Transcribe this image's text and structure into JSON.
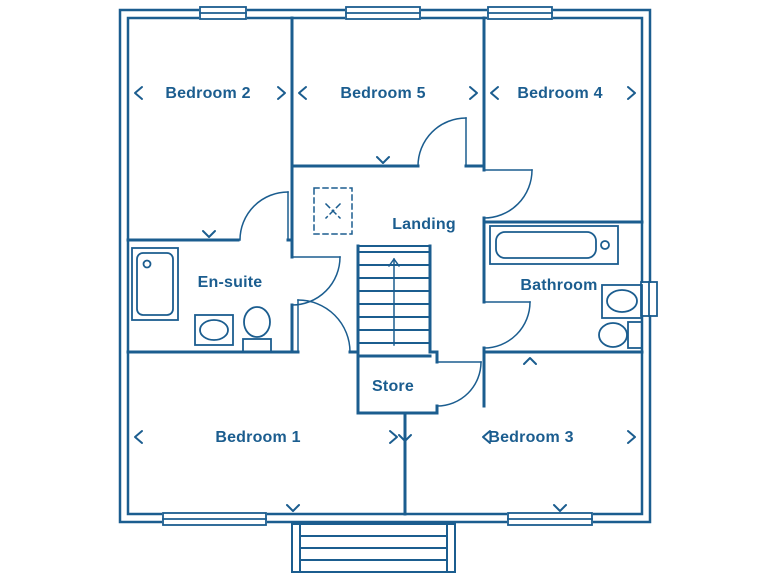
{
  "colors": {
    "line": "#1b5d8f",
    "background": "#ffffff"
  },
  "rooms": {
    "bedroom2": {
      "label": "Bedroom 2"
    },
    "bedroom5": {
      "label": "Bedroom 5"
    },
    "bedroom4": {
      "label": "Bedroom 4"
    },
    "landing": {
      "label": "Landing"
    },
    "ensuite": {
      "label": "En-suite"
    },
    "bathroom": {
      "label": "Bathroom"
    },
    "store": {
      "label": "Store"
    },
    "bedroom1": {
      "label": "Bedroom 1"
    },
    "bedroom3": {
      "label": "Bedroom 3"
    }
  }
}
